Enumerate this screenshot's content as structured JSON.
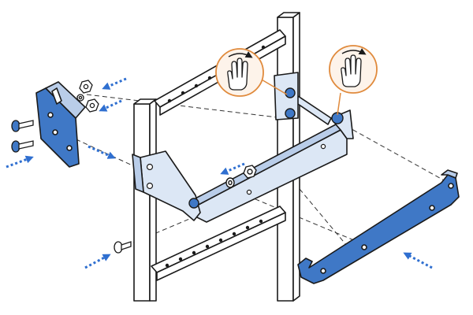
{
  "diagram": {
    "kind": "assembly-instruction",
    "text_labels": [],
    "colors": {
      "outline": "#1a1a1a",
      "frame_fill": "#ffffff",
      "part_highlight": "#3f78c6",
      "part_highlight_light": "#dce7f5",
      "part_highlight_mid": "#b9cde9",
      "arrow_blue": "#2f6fd0",
      "callout_orange": "#e08a3c",
      "callout_fill": "#fdf3ea",
      "dashed_line": "#333333"
    },
    "callouts": [
      {
        "id": "left",
        "icon": "hand-tighten-icon",
        "rotation": "clockwise"
      },
      {
        "id": "right",
        "icon": "hand-tighten-icon",
        "rotation": "clockwise"
      }
    ],
    "parts": [
      "ladder-frame",
      "u-bracket",
      "side-mounting-plate",
      "end-bracket",
      "hex-nuts",
      "carriage-bolts",
      "front-bolt",
      "washer-and-nut"
    ]
  }
}
